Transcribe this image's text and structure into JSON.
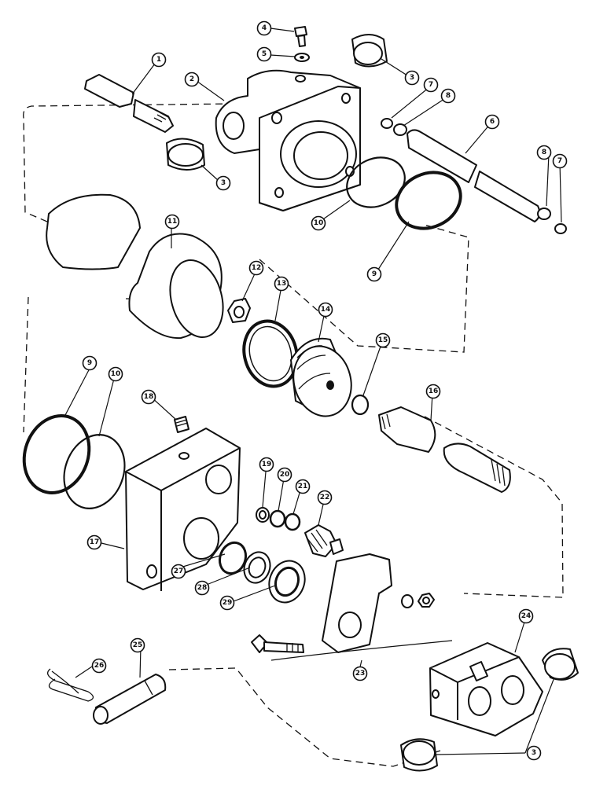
{
  "callouts": [
    {
      "id": "c1",
      "label": "1"
    },
    {
      "id": "c2",
      "label": "2"
    },
    {
      "id": "c3a",
      "label": "3"
    },
    {
      "id": "c3b",
      "label": "3"
    },
    {
      "id": "c4",
      "label": "4"
    },
    {
      "id": "c5",
      "label": "5"
    },
    {
      "id": "c6",
      "label": "6"
    },
    {
      "id": "c7a",
      "label": "7"
    },
    {
      "id": "c7b",
      "label": "7"
    },
    {
      "id": "c8a",
      "label": "8"
    },
    {
      "id": "c8b",
      "label": "8"
    },
    {
      "id": "c9a",
      "label": "9"
    },
    {
      "id": "c9b",
      "label": "9"
    },
    {
      "id": "c10a",
      "label": "10"
    },
    {
      "id": "c10b",
      "label": "10"
    },
    {
      "id": "c11",
      "label": "11"
    },
    {
      "id": "c12",
      "label": "12"
    },
    {
      "id": "c13",
      "label": "13"
    },
    {
      "id": "c14",
      "label": "14"
    },
    {
      "id": "c15",
      "label": "15"
    },
    {
      "id": "c16",
      "label": "16"
    },
    {
      "id": "c17",
      "label": "17"
    },
    {
      "id": "c18",
      "label": "18"
    },
    {
      "id": "c19",
      "label": "19"
    },
    {
      "id": "c20",
      "label": "20"
    },
    {
      "id": "c21",
      "label": "21"
    },
    {
      "id": "c22",
      "label": "22"
    },
    {
      "id": "c23",
      "label": "23"
    },
    {
      "id": "c24",
      "label": "24"
    },
    {
      "id": "c25",
      "label": "25"
    },
    {
      "id": "c26",
      "label": "26"
    },
    {
      "id": "c27",
      "label": "27"
    },
    {
      "id": "c28",
      "label": "28"
    },
    {
      "id": "c29",
      "label": "29"
    },
    {
      "id": "c3c",
      "label": "3"
    }
  ]
}
